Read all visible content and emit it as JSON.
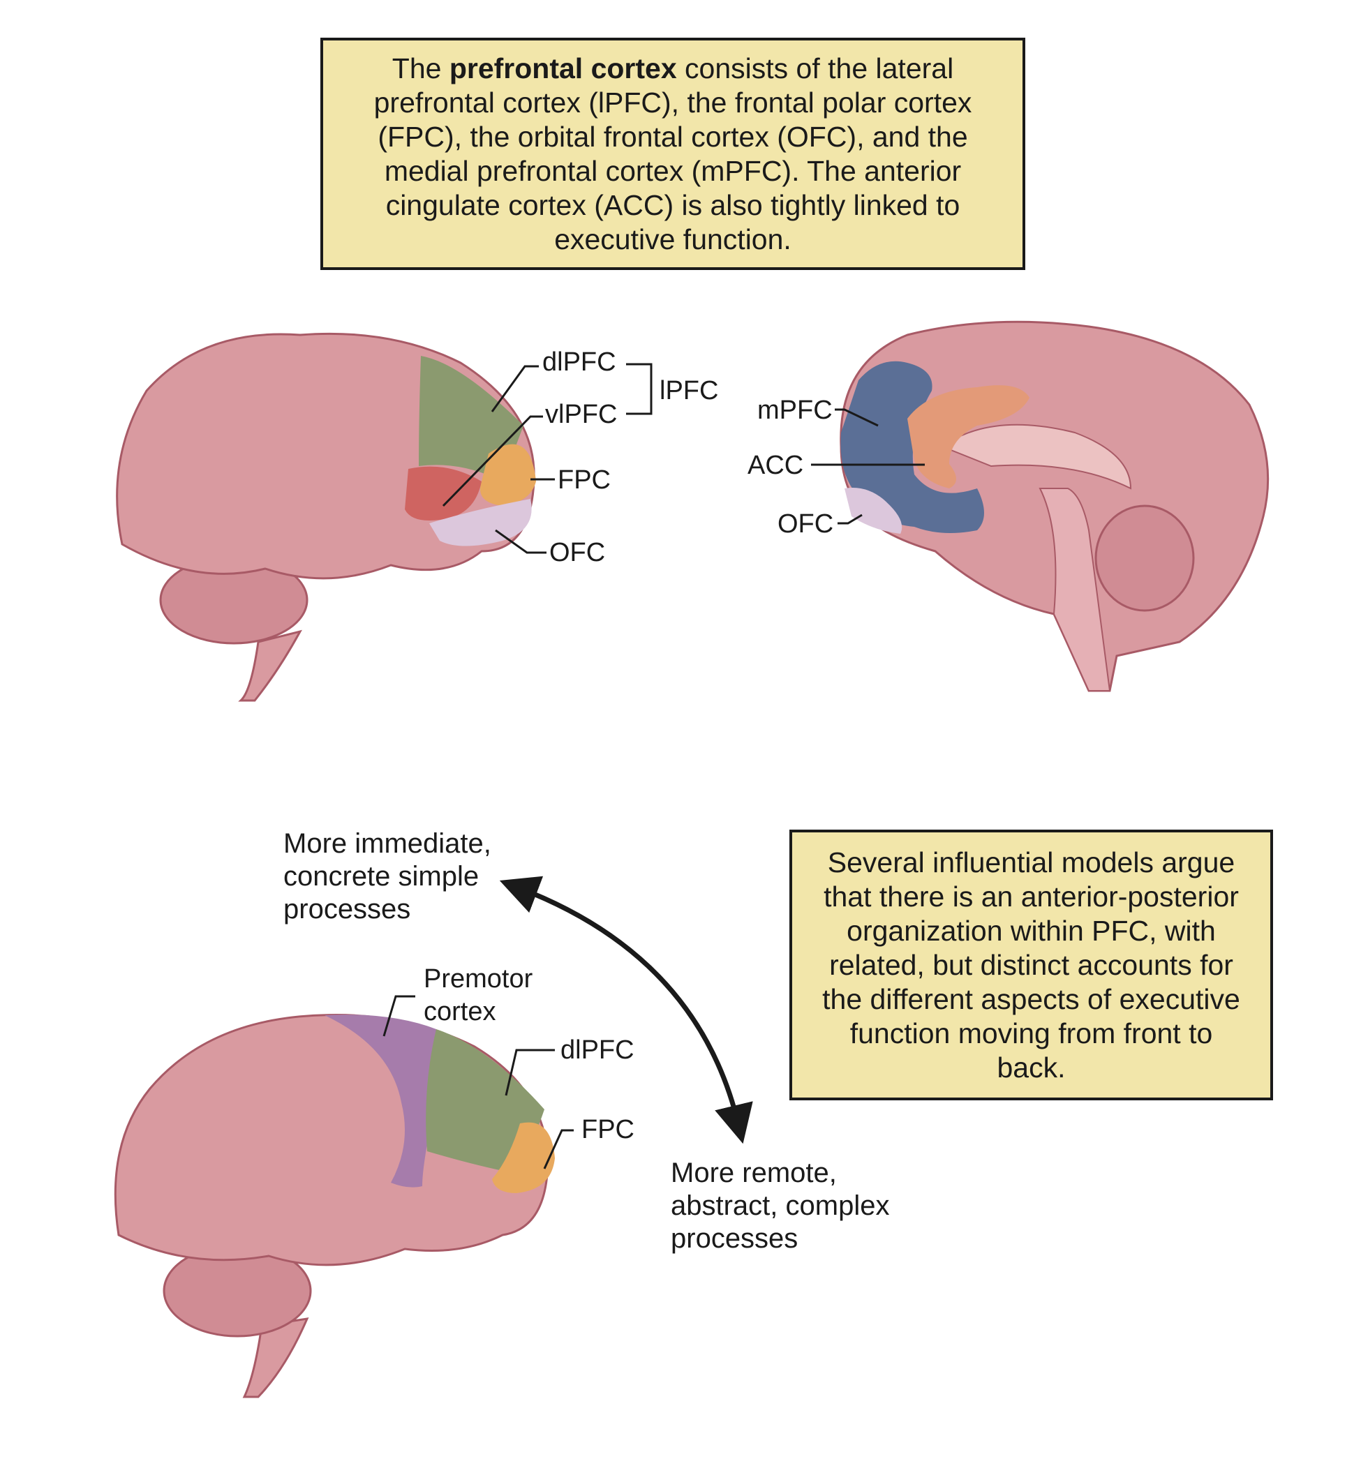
{
  "top_box": {
    "pre": "The ",
    "bold": "prefrontal cortex",
    "post": " consists of the lateral prefrontal cortex (lPFC), the frontal polar cortex (FPC), the orbital frontal cortex (OFC), and the medial prefrontal cortex (mPFC).  The anterior cingulate cortex (ACC) is also tightly linked to executive function."
  },
  "lateral_brain": {
    "labels": {
      "dlpfc": "dlPFC",
      "vlpfc": "vlPFC",
      "lpfc": "lPFC",
      "fpc": "FPC",
      "ofc": "OFC"
    }
  },
  "medial_brain": {
    "labels": {
      "mpfc": "mPFC",
      "acc": "ACC",
      "ofc": "OFC"
    }
  },
  "gradient_brain": {
    "labels": {
      "premotor_1": "Premotor",
      "premotor_2": "cortex",
      "dlpfc": "dlPFC",
      "fpc": "FPC"
    }
  },
  "arrow_notes": {
    "top": [
      "More immediate,",
      "concrete simple",
      "processes"
    ],
    "bottom": [
      "More remote,",
      "abstract, complex",
      "processes"
    ]
  },
  "bottom_box": {
    "text": "Several influential models argue that there is an anterior-posterior organization within PFC, with related, but distinct accounts for the different aspects of executive function moving from front to back."
  },
  "colors": {
    "brain": "#d99aa0",
    "dlpfc": "#8b9a6f",
    "fpc": "#e8a95e",
    "vlpfc": "#cf6461",
    "ofc": "#dcc7dc",
    "mpfc": "#5b6f96",
    "acc": "#e39a78",
    "premotor": "#a67cab",
    "box": "#f2e6aa"
  }
}
